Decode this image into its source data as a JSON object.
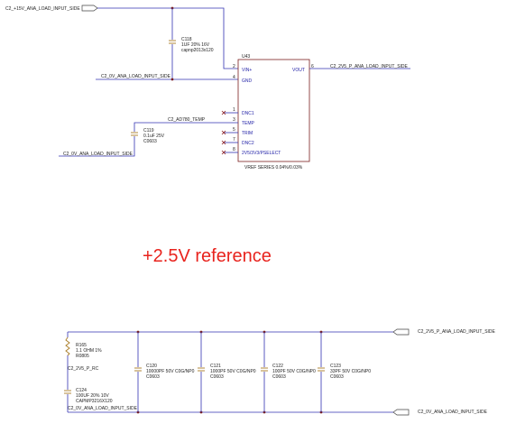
{
  "nets": {
    "p15v_input": "C2_+15V_ANA_LOAD_INPUT_SIDE",
    "gnd_top": "C2_0V_ANA_LOAD_INPUT_SIDE",
    "ad780_temp": "C2_AD780_TEMP",
    "gnd_c119": "C2_0V_ANA_LOAD_INPUT_SIDE",
    "vout_net": "C2_2V5_P_ANA_LOAD_INPUT_SIDE",
    "out_port_top": "C2_2V5_P_ANA_LOAD_INPUT_SIDE",
    "out_port_bottom": "C2_0V_ANA_LOAD_INPUT_SIDE",
    "gnd_bottom": "C2_0V_ANA_LOAD_INPUT_SIDE",
    "rc_net": "C2_2V5_P_RC"
  },
  "u43": {
    "ref": "U43",
    "value": "VREF SERIES 0.04%/0.03%",
    "pins": [
      {
        "num": "2",
        "name": "VIN+"
      },
      {
        "num": "4",
        "name": "GND"
      },
      {
        "num": "1",
        "name": "DNC1"
      },
      {
        "num": "3",
        "name": "TEMP"
      },
      {
        "num": "5",
        "name": "TRIM"
      },
      {
        "num": "7",
        "name": "DNC2"
      },
      {
        "num": "8",
        "name": "2V5/3V3/PSELECT"
      },
      {
        "num": "6",
        "name": "VOUT"
      }
    ]
  },
  "c118": {
    "ref": "C118",
    "value": "1UF 20% 16V",
    "footprint": "capnp2013x120"
  },
  "c119": {
    "ref": "C119",
    "value": "0.1uF 25V",
    "footprint": "C0603"
  },
  "r165": {
    "ref": "R165",
    "value": "1.1 OHM 1%",
    "footprint": "R0805"
  },
  "c124": {
    "ref": "C124",
    "value": "100UF 20% 10V",
    "footprint": "CAPMP3216X120"
  },
  "c120": {
    "ref": "C120",
    "value": "10000PF 50V C0G/NP0",
    "footprint": "C0603"
  },
  "c121": {
    "ref": "C121",
    "value": "1000PF 50V C0G/NP0",
    "footprint": "C0603"
  },
  "c122": {
    "ref": "C122",
    "value": "100PF 50V C0G/NP0",
    "footprint": "C0603"
  },
  "c123": {
    "ref": "C123",
    "value": "33PF 50V C0G/NP0",
    "footprint": "C0603"
  },
  "annotation": "+2.5V reference"
}
